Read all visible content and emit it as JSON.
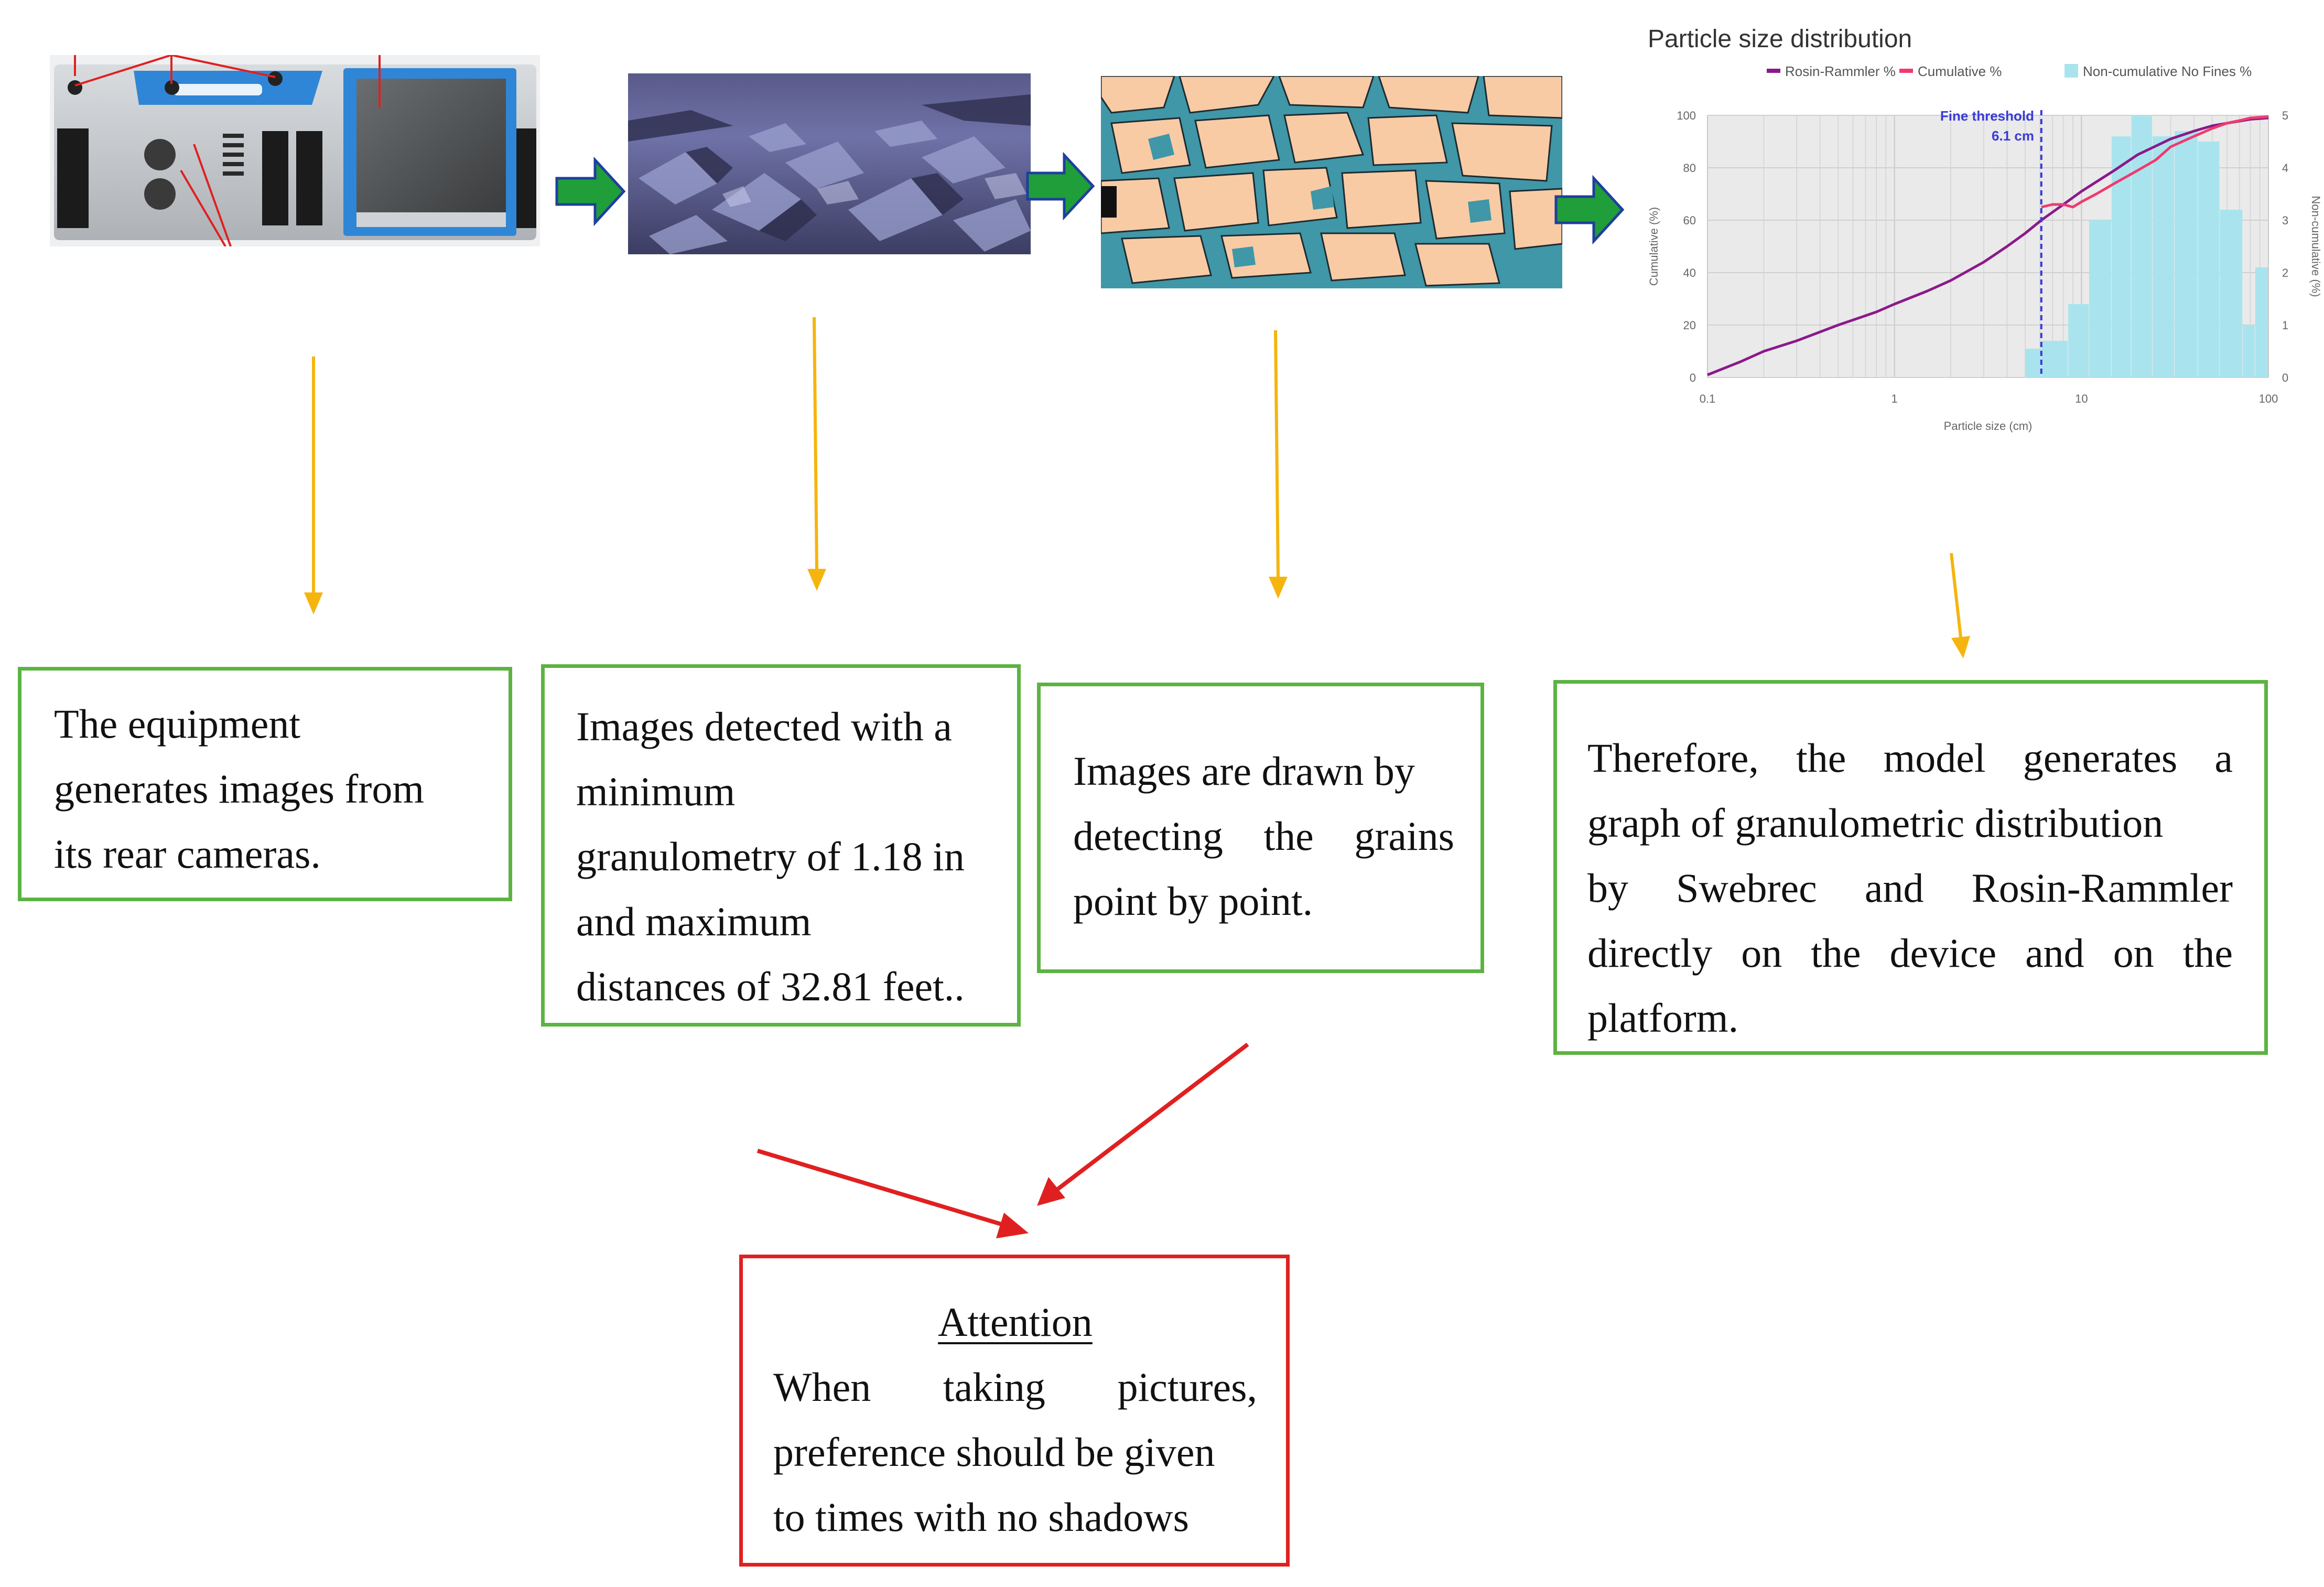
{
  "colors": {
    "box_border_green": "#5cb342",
    "box_border_red": "#e02020",
    "down_arrow_yellow": "#f5b50e",
    "red_arrow": "#e02020",
    "flow_arrow_green": "#1f9e3a",
    "flow_arrow_outline": "#1f3f9e",
    "series_rosin": "#8a1a8a",
    "series_cumulative": "#f03a6e",
    "series_noncum": "#a9e4ee",
    "fine_threshold": "#3a3ad8"
  },
  "boxes": {
    "equipment": [
      "The equipment",
      "generates images from",
      "its rear cameras."
    ],
    "detected": [
      "Images detected with a",
      "minimum",
      "granulometry of 1.18 in",
      "and maximum",
      "distances of 32.81 feet.."
    ],
    "drawn": {
      "line1": "Images are drawn by",
      "line2_words": [
        "detecting",
        "the",
        "grains"
      ],
      "line3": "point by point."
    },
    "model": {
      "line1_words": [
        "Therefore,",
        "the",
        "model",
        "generates",
        "a"
      ],
      "line2": "graph of granulometric distribution",
      "line3_words": [
        "by",
        "Swebrec",
        "and",
        "Rosin-Rammler"
      ],
      "line4_words": [
        "directly",
        "on",
        "the",
        "device",
        "and",
        "on",
        "the"
      ],
      "line5": "platform."
    },
    "attention": {
      "title": "Attention",
      "line1_words": [
        "When",
        "taking",
        "pictures,"
      ],
      "line2": "preference should be given",
      "line3": "to times with no shadows"
    }
  },
  "chart_data": {
    "type": "line",
    "title": "Particle size distribution",
    "xlabel": "Particle size (cm)",
    "ylabel": "Cumulative (%)",
    "y2label": "Non-cumulative (%)",
    "xscale": "log",
    "xlim": [
      0.1,
      100
    ],
    "ylim": [
      0,
      100
    ],
    "y2lim": [
      0,
      5
    ],
    "xticks": [
      0.1,
      1,
      10,
      100
    ],
    "xtick_labels": [
      "0.1",
      "1",
      "10",
      "100"
    ],
    "yticks": [
      0,
      20,
      40,
      60,
      80,
      100
    ],
    "ytick_labels": [
      "0",
      "20",
      "40",
      "60",
      "80",
      "100"
    ],
    "y2ticks": [
      0,
      1,
      2,
      3,
      4,
      5
    ],
    "y2tick_labels": [
      "0",
      "1",
      "2",
      "3",
      "4",
      "5"
    ],
    "grid": true,
    "legend_position": "top-right",
    "threshold": {
      "x": 6.1,
      "label_line1": "Fine threshold",
      "label_line2": "6.1 cm"
    },
    "series": [
      {
        "name": "Rosin-Rammler %",
        "kind": "line",
        "points": [
          [
            0.1,
            1
          ],
          [
            0.15,
            6
          ],
          [
            0.2,
            10
          ],
          [
            0.3,
            14
          ],
          [
            0.5,
            20
          ],
          [
            0.8,
            25
          ],
          [
            1,
            28
          ],
          [
            1.5,
            33
          ],
          [
            2,
            37
          ],
          [
            3,
            44
          ],
          [
            4,
            50
          ],
          [
            5,
            55
          ],
          [
            6.1,
            60
          ],
          [
            8,
            66
          ],
          [
            10,
            71
          ],
          [
            15,
            79
          ],
          [
            20,
            85
          ],
          [
            30,
            91
          ],
          [
            40,
            94
          ],
          [
            50,
            96
          ],
          [
            60,
            97
          ],
          [
            80,
            98.5
          ],
          [
            100,
            99
          ]
        ]
      },
      {
        "name": "Cumulative %",
        "kind": "line",
        "points": [
          [
            6.1,
            65
          ],
          [
            7,
            66
          ],
          [
            8,
            66
          ],
          [
            9,
            65
          ],
          [
            10,
            67
          ],
          [
            12,
            70
          ],
          [
            15,
            74
          ],
          [
            20,
            79
          ],
          [
            25,
            83
          ],
          [
            30,
            88
          ],
          [
            40,
            92
          ],
          [
            50,
            95
          ],
          [
            60,
            97
          ],
          [
            70,
            98
          ],
          [
            80,
            99
          ],
          [
            100,
            99.5
          ]
        ]
      },
      {
        "name": "Non-cumulative No Fines %",
        "kind": "bar",
        "bins": [
          {
            "x0": 5.0,
            "x1": 6.1,
            "value": 0.55
          },
          {
            "x0": 6.1,
            "x1": 8.5,
            "value": 0.7
          },
          {
            "x0": 8.5,
            "x1": 11.0,
            "value": 1.4
          },
          {
            "x0": 11.0,
            "x1": 14.5,
            "value": 3.0
          },
          {
            "x0": 14.5,
            "x1": 18.5,
            "value": 4.6
          },
          {
            "x0": 18.5,
            "x1": 24.0,
            "value": 5.0
          },
          {
            "x0": 24.0,
            "x1": 31.5,
            "value": 4.6
          },
          {
            "x0": 31.5,
            "x1": 42.0,
            "value": 4.7
          },
          {
            "x0": 42.0,
            "x1": 55.0,
            "value": 4.5
          },
          {
            "x0": 55.0,
            "x1": 73.0,
            "value": 3.2
          },
          {
            "x0": 73.0,
            "x1": 85.0,
            "value": 1.0
          },
          {
            "x0": 85.0,
            "x1": 100.0,
            "value": 2.1
          }
        ]
      }
    ]
  }
}
